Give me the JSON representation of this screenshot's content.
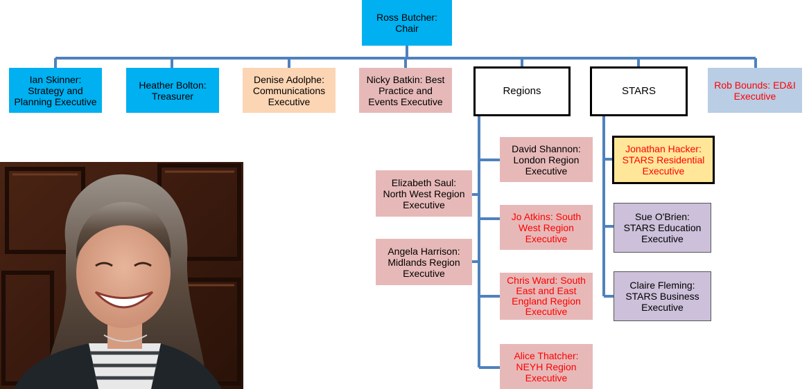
{
  "colors": {
    "connector": "#4f81bd",
    "blue": "#00b0f0",
    "peach": "#fcd5b4",
    "pink": "#e6b9b8",
    "lilac": "#ccc0da",
    "steel": "#b9cde5",
    "highlight": "#ffe699",
    "alert_text": "#ff0000"
  },
  "nodes": {
    "chair": {
      "line1": "Ross Butcher:",
      "line2": "Chair"
    },
    "strategy": {
      "line1": "Ian Skinner:",
      "line2": "Strategy and",
      "line3": "Planning Executive"
    },
    "treasurer": {
      "line1": "Heather Bolton:",
      "line2": "Treasurer"
    },
    "communications": {
      "line1": "Denise Adolphe:",
      "line2": "Communications",
      "line3": "Executive"
    },
    "best_practice": {
      "line1": "Nicky Batkin: Best",
      "line2": "Practice and",
      "line3": "Events Executive"
    },
    "regions": {
      "label": "Regions"
    },
    "stars": {
      "label": "STARS"
    },
    "edi": {
      "line1": "Rob Bounds: ED&I",
      "line2": "Executive"
    },
    "london": {
      "line1": "David Shannon:",
      "line2": "London Region",
      "line3": "Executive"
    },
    "north_west": {
      "line1": "Elizabeth Saul:",
      "line2": "North West Region",
      "line3": "Executive"
    },
    "south_west": {
      "line1": "Jo Atkins: South",
      "line2": "West Region",
      "line3": "Executive"
    },
    "midlands": {
      "line1": "Angela Harrison:",
      "line2": "Midlands Region",
      "line3": "Executive"
    },
    "south_east": {
      "line1": "Chris Ward: South",
      "line2": "East and East",
      "line3": "England Region",
      "line4": "Executive"
    },
    "neyh": {
      "line1": "Alice Thatcher:",
      "line2": "NEYH Region",
      "line3": "Executive"
    },
    "residential": {
      "line1": "Jonathan Hacker:",
      "line2": "STARS Residential",
      "line3": "Executive"
    },
    "education": {
      "line1": "Sue O'Brien:",
      "line2": "STARS Education",
      "line3": "Executive"
    },
    "business": {
      "line1": "Claire Fleming:",
      "line2": "STARS Business",
      "line3": "Executive"
    }
  }
}
